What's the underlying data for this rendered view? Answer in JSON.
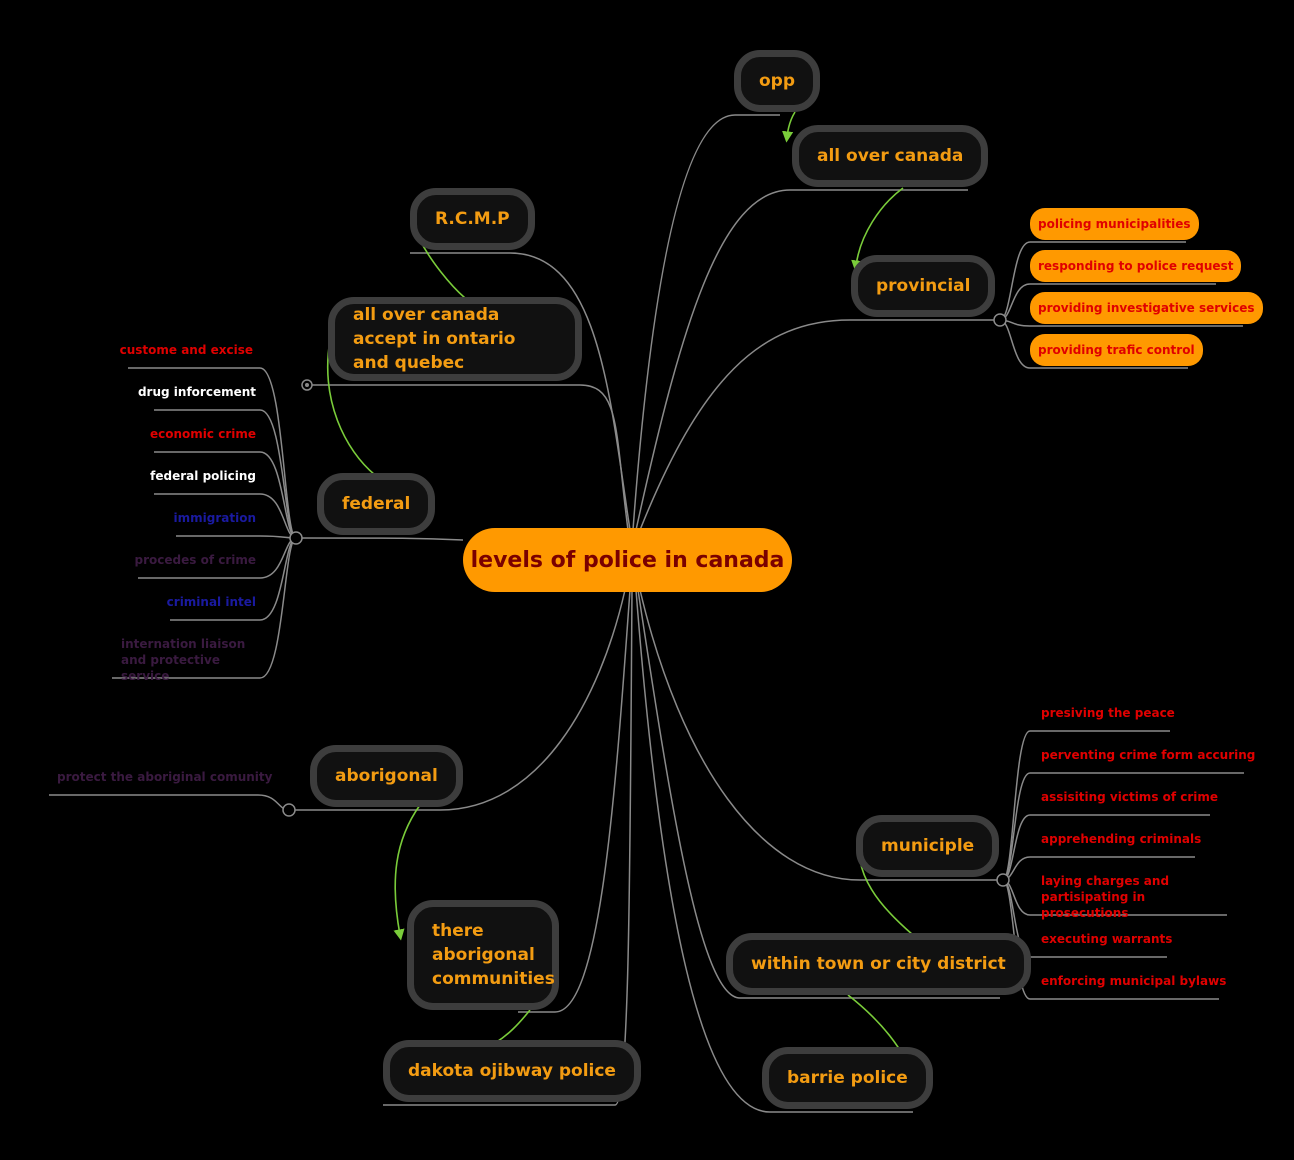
{
  "root": {
    "label": "levels of police in canada"
  },
  "nodes": {
    "opp": "opp",
    "opp_scope": "all over canada",
    "provincial": "provincial",
    "rcmp": "R.C.M.P",
    "rcmp_scope": "all over canada accept in ontario and quebec",
    "federal": "federal",
    "aborigonal": "aborigonal",
    "abor_scope": "there aborigonal communities",
    "dakota": "dakota ojibway police",
    "municiple": "municiple",
    "muni_scope": "within town or city district",
    "barrie": "barrie police"
  },
  "provincial_duties": [
    "policing municipalities",
    "responding to police request",
    "providing investigative services",
    "providing trafic control"
  ],
  "federal_duties": [
    {
      "label": "custome and excise",
      "color": "#e00000"
    },
    {
      "label": "drug inforcement",
      "color": "#ffffff"
    },
    {
      "label": "economic crime",
      "color": "#e00000"
    },
    {
      "label": "federal policing",
      "color": "#ffffff"
    },
    {
      "label": "immigration",
      "color": "#1a1aa0"
    },
    {
      "label": "procedes of crime",
      "color": "#3a1a40"
    },
    {
      "label": "criminal intel",
      "color": "#1a1aa0"
    },
    {
      "label": "internation liaison and protective service",
      "color": "#3a1a40"
    }
  ],
  "aborigonal_duties": [
    {
      "label": "protect the aboriginal comunity",
      "color": "#3a1a40"
    }
  ],
  "municiple_duties": [
    "presiving the peace",
    "perventing crime form accuring",
    "assisiting victims of crime",
    "apprehending criminals",
    "laying charges and partisipating in prosecutions",
    "executing warrants",
    "enforcing municipal bylaws"
  ],
  "colors": {
    "background": "#000000",
    "node_text": "#f39c12",
    "node_border": "#3d3d3d",
    "root_fill": "#ff9900",
    "root_text": "#7a0000",
    "link": "#8a8a8a",
    "relation": "#7acc3a",
    "duty_red": "#e00000"
  }
}
